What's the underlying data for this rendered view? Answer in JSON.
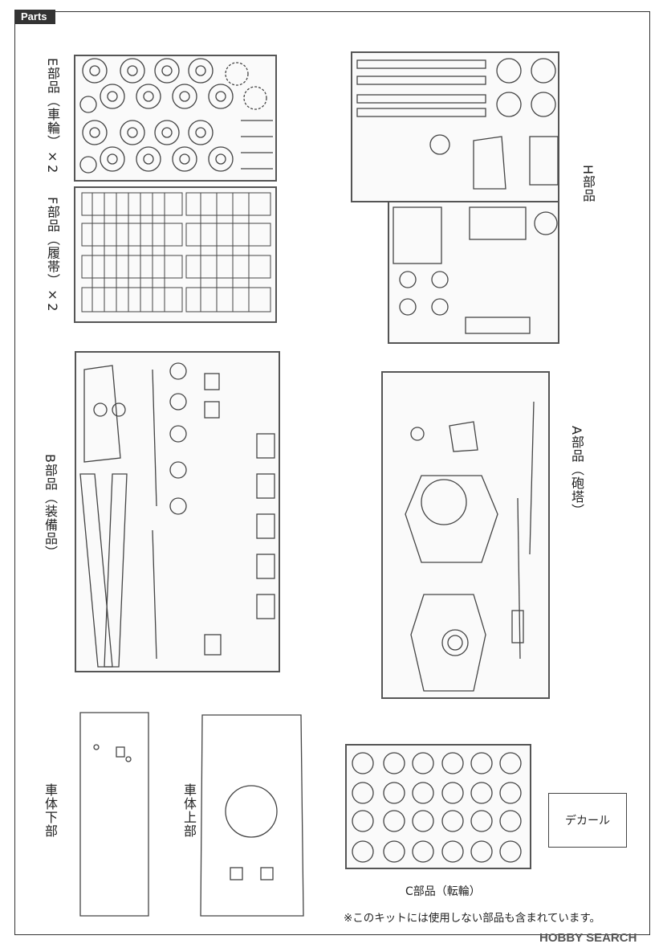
{
  "header": {
    "tag": "Parts"
  },
  "labels": {
    "E": "E部品（車輪）×2",
    "F": "F部品（履帯）×2",
    "H": "H部品",
    "B": "B部品（装備品）",
    "A": "A部品（砲塔）",
    "lower_hull": "車体下部",
    "upper_hull": "車体上部",
    "C": "C部品（転輪）"
  },
  "decal": "デカール",
  "note": "※このキットには使用しない部品も含まれています。",
  "watermark": "HOBBY SEARCH"
}
